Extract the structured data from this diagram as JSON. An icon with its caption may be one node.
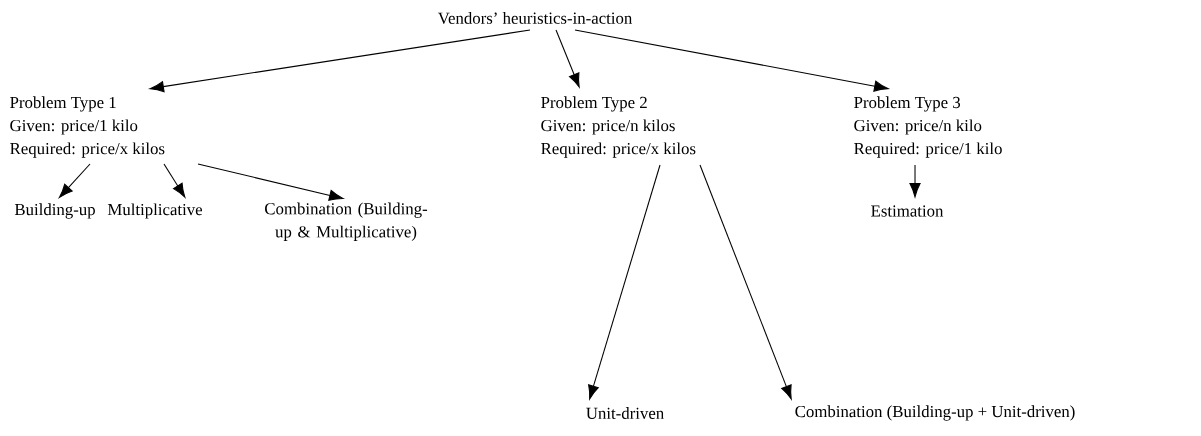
{
  "diagram": {
    "nodes": [
      {
        "text": [
          "Vendors’ heuristics-in-action"
        ]
      },
      {
        "text": [
          "Problem Type 1",
          "Given: price/1 kilo",
          "Required: price/x kilos"
        ]
      },
      {
        "text": [
          "Problem Type 2",
          "Given: price/n kilos",
          "Required: price/x kilos"
        ]
      },
      {
        "text": [
          "Problem Type 3",
          "Given: price/n kilo",
          "Required: price/1 kilo"
        ]
      },
      {
        "text": [
          "Building-up"
        ]
      },
      {
        "text": [
          "Multiplicative"
        ]
      },
      {
        "text": [
          "Combination (Building-up & Multiplicative)"
        ]
      },
      {
        "text": [
          "Estimation"
        ]
      },
      {
        "text": [
          "Unit-driven"
        ]
      },
      {
        "text": [
          "Combination (Building-up + Unit-driven)"
        ]
      }
    ],
    "edges": [
      {
        "from": 0,
        "to": 1,
        "arrow": "to"
      },
      {
        "from": 0,
        "to": 2,
        "arrow": "to"
      },
      {
        "from": 0,
        "to": 3,
        "arrow": "to"
      },
      {
        "from": 1,
        "to": 4,
        "arrow": "to"
      },
      {
        "from": 1,
        "to": 5,
        "arrow": "to"
      },
      {
        "from": 1,
        "to": 6,
        "arrow": "to"
      },
      {
        "from": 2,
        "to": 8,
        "arrow": "to"
      },
      {
        "from": 2,
        "to": 9,
        "arrow": "to"
      },
      {
        "from": 3,
        "to": 7,
        "arrow": "to"
      }
    ]
  }
}
